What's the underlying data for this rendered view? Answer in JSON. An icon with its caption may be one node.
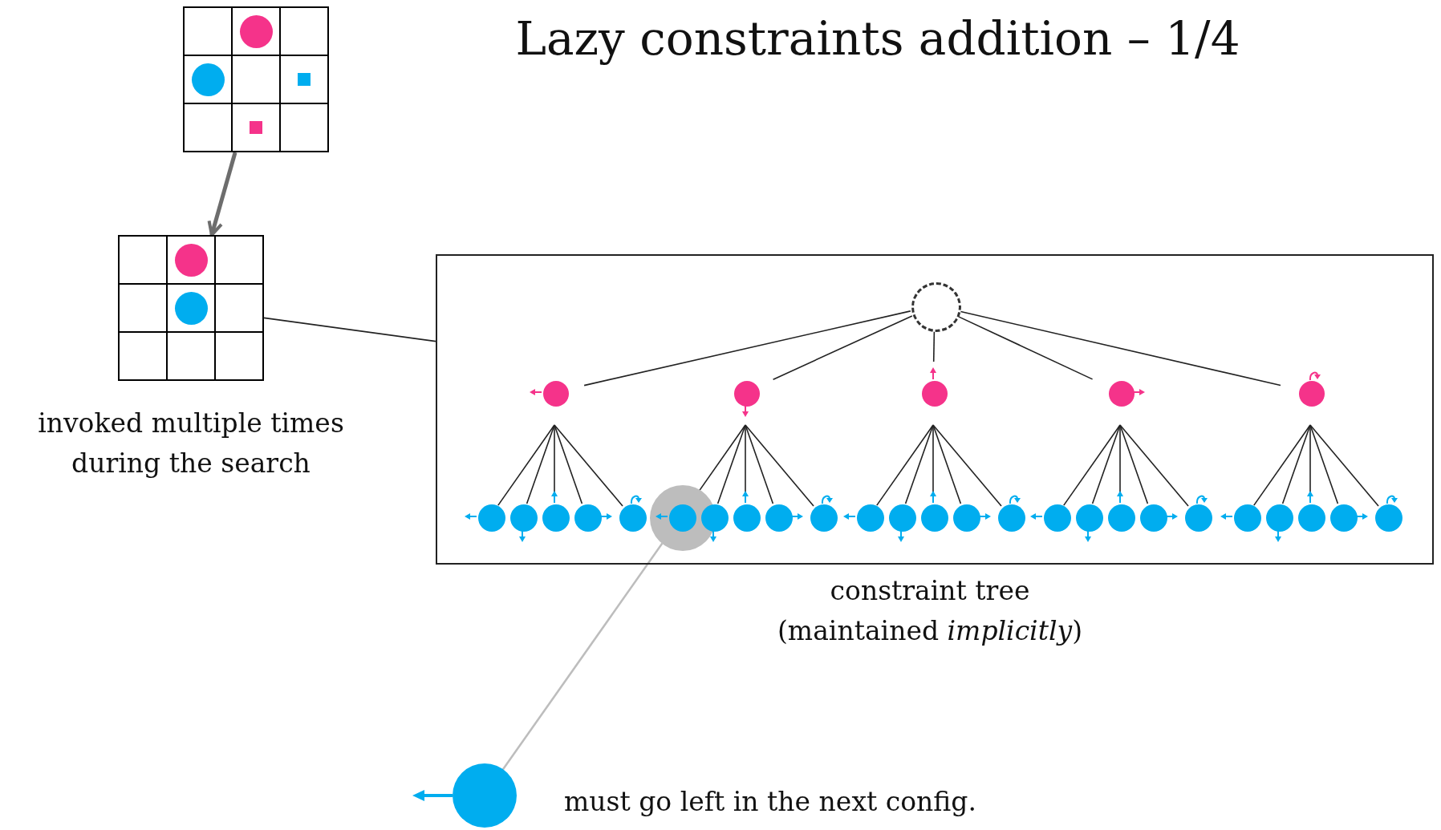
{
  "diagram": {
    "title": "Lazy constraints addition – 1/4",
    "nodes": [
      {
        "text": [],
        "shape": "grid"
      },
      {
        "text": [],
        "shape": "grid",
        "beside": [
          "invoked multiple times during the search"
        ]
      },
      {
        "text": [],
        "shape": "box",
        "beside": [
          "constraint tree",
          "(maintained *implicitly*)"
        ]
      },
      {
        "text": [],
        "shape": "circle",
        "in": 2
      },
      {
        "text": [],
        "shape": "circle",
        "in": 2
      },
      {
        "text": [],
        "shape": "circle",
        "in": 2
      },
      {
        "text": [],
        "shape": "circle",
        "in": 2
      },
      {
        "text": [],
        "shape": "circle",
        "in": 2
      },
      {
        "text": [],
        "shape": "circle",
        "in": 2
      },
      {
        "text": [],
        "shape": "circle",
        "in": 2
      },
      {
        "text": [],
        "shape": "circle",
        "in": 2
      },
      {
        "text": [],
        "shape": "circle",
        "in": 2
      },
      {
        "text": [],
        "shape": "circle",
        "in": 2
      },
      {
        "text": [],
        "shape": "circle",
        "in": 2
      },
      {
        "text": [],
        "shape": "circle",
        "in": 2
      },
      {
        "text": [],
        "shape": "circle",
        "in": 9
      },
      {
        "text": [],
        "shape": "circle",
        "in": 2
      },
      {
        "text": [],
        "shape": "circle",
        "in": 2
      },
      {
        "text": [],
        "shape": "circle",
        "in": 2
      },
      {
        "text": [],
        "shape": "circle",
        "in": 2
      },
      {
        "text": [],
        "shape": "circle",
        "in": 2
      },
      {
        "text": [],
        "shape": "circle",
        "in": 2
      },
      {
        "text": [],
        "shape": "circle",
        "in": 2
      },
      {
        "text": [],
        "shape": "circle",
        "in": 2
      },
      {
        "text": [],
        "shape": "circle",
        "in": 2
      },
      {
        "text": [],
        "shape": "circle",
        "in": 2
      },
      {
        "text": [],
        "shape": "circle",
        "in": 2
      },
      {
        "text": [],
        "shape": "circle",
        "in": 2
      },
      {
        "text": [],
        "shape": "circle",
        "in": 2
      },
      {
        "text": [],
        "shape": "circle",
        "in": 2
      },
      {
        "text": [],
        "shape": "circle",
        "in": 2
      },
      {
        "text": [],
        "shape": "circle",
        "in": 2
      },
      {
        "text": [],
        "shape": "circle",
        "in": 2
      },
      {
        "text": [],
        "shape": "circle",
        "in": 2
      },
      {
        "text": [],
        "shape": "circle",
        "in": 2
      },
      {
        "text": [],
        "shape": "circle",
        "beside": [
          "must go left in the next config."
        ]
      }
    ],
    "edges": [
      {
        "from": 0,
        "to": 1,
        "arrow": "to",
        "style": "thick",
        "color": "#6d6d6d"
      },
      {
        "from": 1,
        "to": 2,
        "arrow": "none"
      },
      {
        "from": 3,
        "to": 4,
        "arrow": "none"
      },
      {
        "from": 3,
        "to": 5,
        "arrow": "none"
      },
      {
        "from": 3,
        "to": 6,
        "arrow": "none"
      },
      {
        "from": 3,
        "to": 7,
        "arrow": "none"
      },
      {
        "from": 3,
        "to": 8,
        "arrow": "none"
      },
      {
        "from": 4,
        "to": 10,
        "arrow": "none"
      },
      {
        "from": 4,
        "to": 11,
        "arrow": "none"
      },
      {
        "from": 4,
        "to": 12,
        "arrow": "none"
      },
      {
        "from": 4,
        "to": 13,
        "arrow": "none"
      },
      {
        "from": 4,
        "to": 14,
        "arrow": "none"
      },
      {
        "from": 5,
        "to": 15,
        "arrow": "none"
      },
      {
        "from": 5,
        "to": 16,
        "arrow": "none"
      },
      {
        "from": 5,
        "to": 17,
        "arrow": "none"
      },
      {
        "from": 5,
        "to": 18,
        "arrow": "none"
      },
      {
        "from": 5,
        "to": 19,
        "arrow": "none"
      },
      {
        "from": 6,
        "to": 20,
        "arrow": "none"
      },
      {
        "from": 6,
        "to": 21,
        "arrow": "none"
      },
      {
        "from": 6,
        "to": 22,
        "arrow": "none"
      },
      {
        "from": 6,
        "to": 23,
        "arrow": "none"
      },
      {
        "from": 6,
        "to": 24,
        "arrow": "none"
      },
      {
        "from": 7,
        "to": 25,
        "arrow": "none"
      },
      {
        "from": 7,
        "to": 26,
        "arrow": "none"
      },
      {
        "from": 7,
        "to": 27,
        "arrow": "none"
      },
      {
        "from": 7,
        "to": 28,
        "arrow": "none"
      },
      {
        "from": 7,
        "to": 29,
        "arrow": "none"
      },
      {
        "from": 8,
        "to": 30,
        "arrow": "none"
      },
      {
        "from": 8,
        "to": 31,
        "arrow": "none"
      },
      {
        "from": 8,
        "to": 32,
        "arrow": "none"
      },
      {
        "from": 8,
        "to": 33,
        "arrow": "none"
      },
      {
        "from": 8,
        "to": 34,
        "arrow": "none"
      },
      {
        "from": 9,
        "to": 35,
        "arrow": "none",
        "color": "#bdbdbd"
      }
    ]
  }
}
